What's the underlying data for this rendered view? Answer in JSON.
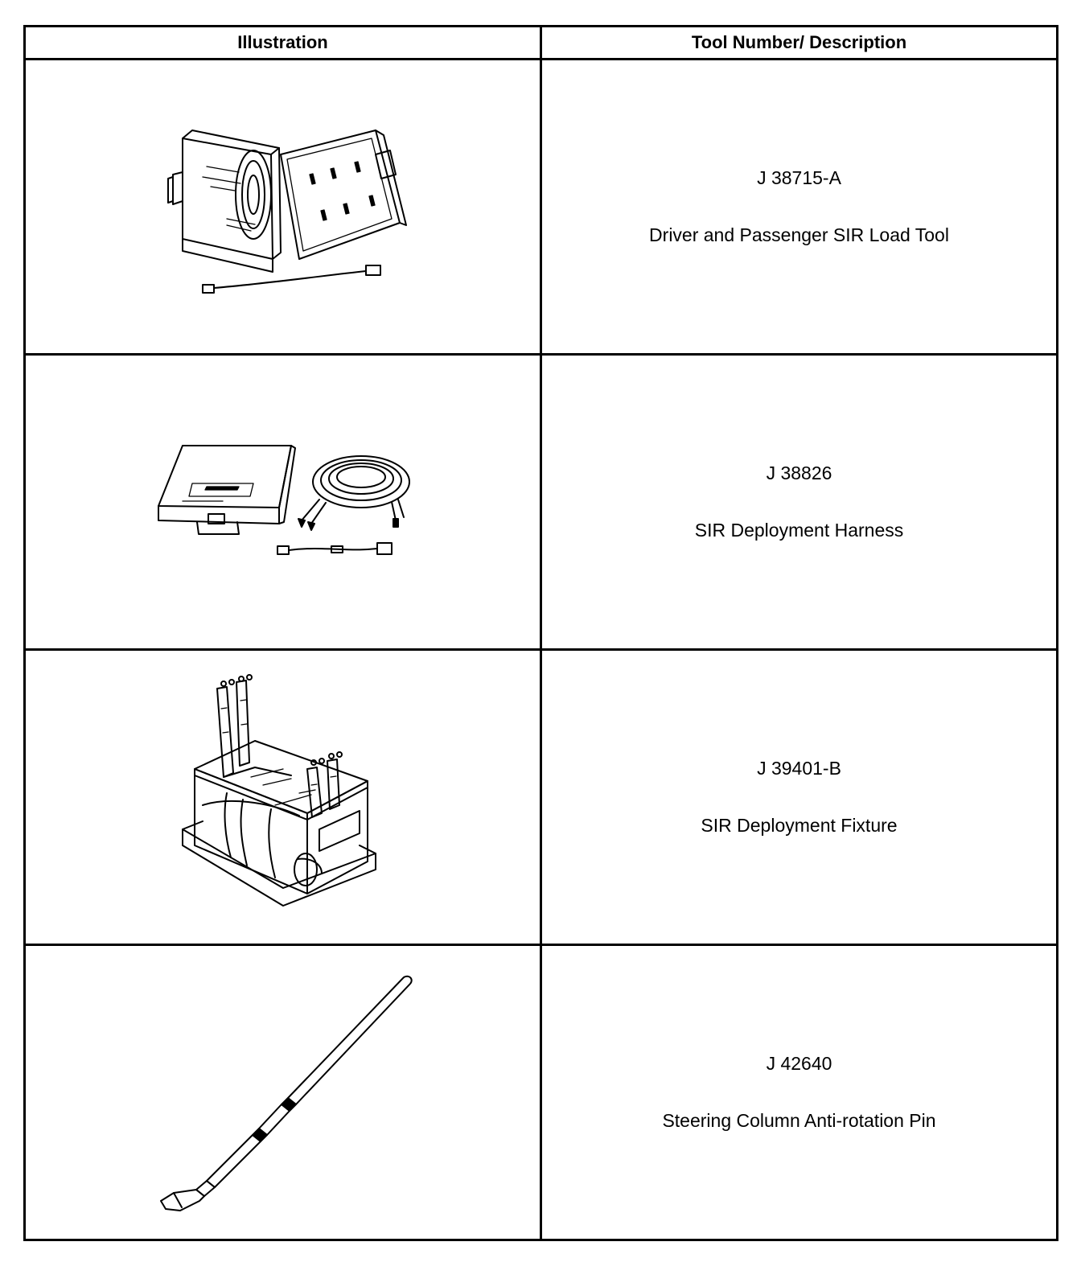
{
  "table": {
    "headers": {
      "illustration": "Illustration",
      "tool": "Tool Number/ Description"
    },
    "rows": [
      {
        "tool_number": "J 38715-A",
        "description": "Driver and Passenger SIR Load Tool",
        "image": "sir-load-tool-case"
      },
      {
        "tool_number": "J 38826",
        "description": "SIR Deployment Harness",
        "image": "deployment-harness-case"
      },
      {
        "tool_number": "J 39401-B",
        "description": "SIR Deployment Fixture",
        "image": "deployment-fixture"
      },
      {
        "tool_number": "J 42640",
        "description": "Steering Column Anti-rotation Pin",
        "image": "anti-rotation-pin"
      }
    ]
  }
}
